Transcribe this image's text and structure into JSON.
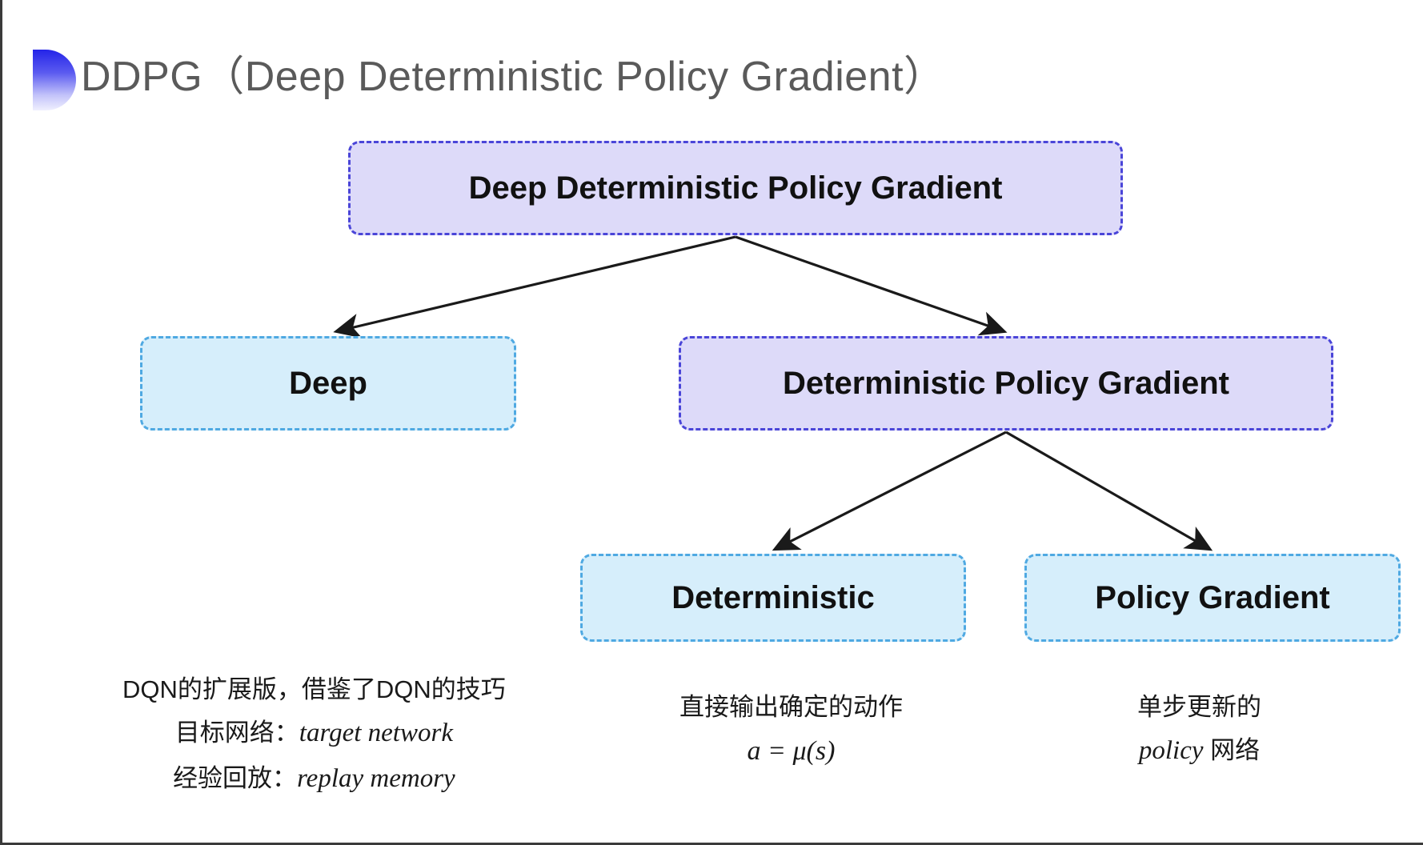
{
  "slide": {
    "title": "DDPG（Deep Deterministic Policy Gradient）",
    "bullet_icon": "half-circle-bullet-icon",
    "background_color": "#ffffff"
  },
  "colors": {
    "purple_fill": "#dddaf9",
    "purple_border": "#4a45d8",
    "cyan_fill": "#d6eefb",
    "cyan_border": "#4fa9e2",
    "title_text": "#5a5a5a",
    "arrow": "#1a1a1a"
  },
  "diagram": {
    "type": "tree",
    "nodes": [
      {
        "id": "root",
        "label": "Deep Deterministic Policy Gradient",
        "style": "purple"
      },
      {
        "id": "deep",
        "label": "Deep",
        "style": "cyan"
      },
      {
        "id": "dpg",
        "label": "Deterministic Policy Gradient",
        "style": "purple"
      },
      {
        "id": "det",
        "label": "Deterministic",
        "style": "cyan"
      },
      {
        "id": "pg",
        "label": "Policy Gradient",
        "style": "cyan"
      }
    ],
    "edges": [
      {
        "from": "root",
        "to": "deep",
        "arrow": "arrow-root-to-deep"
      },
      {
        "from": "root",
        "to": "dpg",
        "arrow": "arrow-root-to-dpg"
      },
      {
        "from": "dpg",
        "to": "det",
        "arrow": "arrow-dpg-to-deterministic"
      },
      {
        "from": "dpg",
        "to": "pg",
        "arrow": "arrow-dpg-to-policy-gradient"
      }
    ]
  },
  "annotations": {
    "deep": {
      "line1": "DQN的扩展版，借鉴了DQN的技巧",
      "line2_label": "目标网络：",
      "line2_term": "target network",
      "line3_label": "经验回放：",
      "line3_term": "replay memory"
    },
    "deterministic": {
      "line1": "直接输出确定的动作",
      "formula": "a = μ(s)"
    },
    "policy_gradient": {
      "line1": "单步更新的",
      "line2_term": "policy",
      "line2_tail": " 网络"
    }
  }
}
